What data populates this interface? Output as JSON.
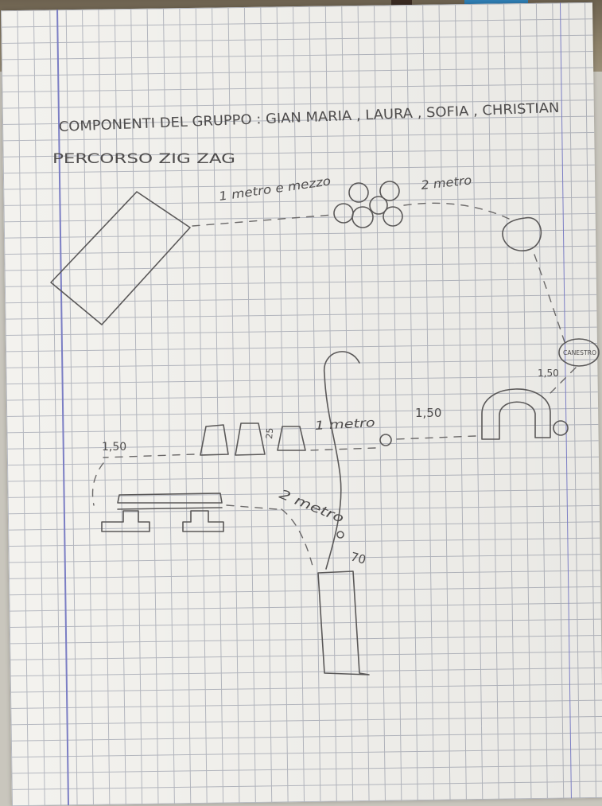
{
  "header": {
    "components_line": "COMPONENTI DEL GRUPPO : GIAN MARIA , LAURA , SOFIA , CHRISTIAN",
    "course_line": "PERCORSO ZIG ZAG"
  },
  "labels": {
    "one_and_half_meter": "1 metro e mezzo",
    "two_meter_rings": "2 metro",
    "basket": "CANESTRO",
    "dist_basket": "1,50",
    "dist_arch": "1,50",
    "one_meter": "1 metro",
    "height_25": "25",
    "dist_left": "1,50",
    "two_meter_curve": "2 metro",
    "seventy": "70"
  },
  "colors": {
    "paper": "#f3f2ee",
    "grid": "#b4b7bf",
    "margin_line": "#7b7ec4",
    "pencil": "#5a5858"
  }
}
